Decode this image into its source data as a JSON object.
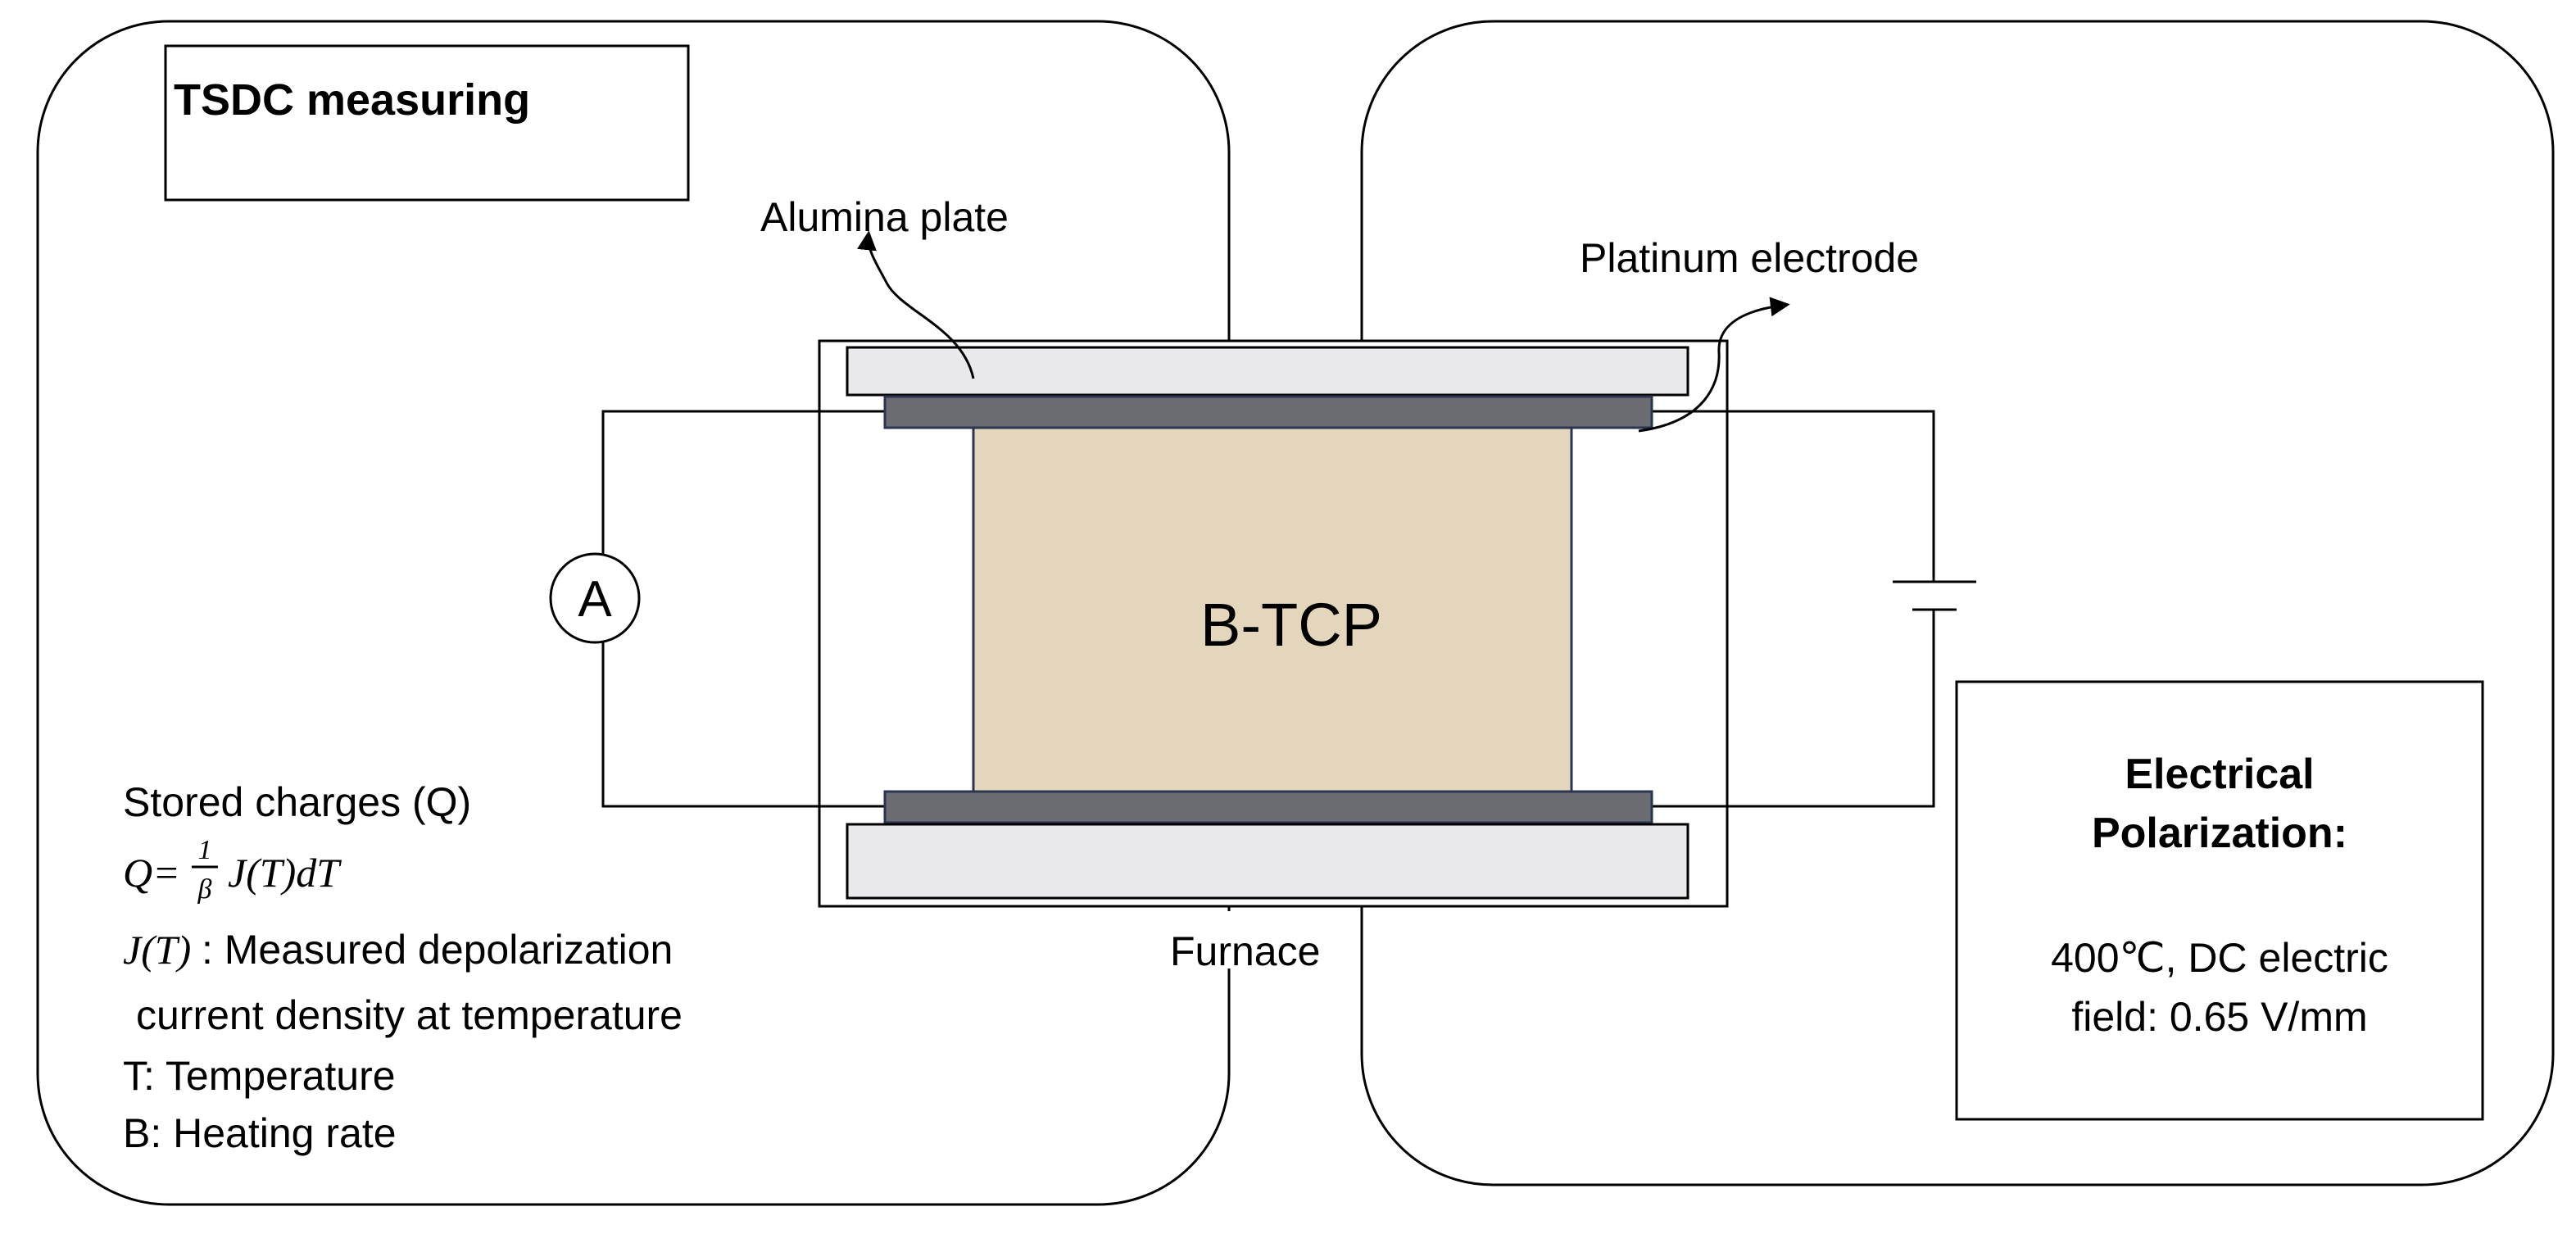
{
  "left_panel": {
    "title": "TSDC measuring",
    "ammeter_label": "A",
    "formula": {
      "heading": "Stored charges (Q)",
      "lhs": "Q=",
      "frac_num": "1",
      "frac_den": "β",
      "rhs": "J(T)dT",
      "j_symbol": "J(T)",
      "j_desc_line1": ": Measured depolarization",
      "j_desc_line2": "current density at temperature",
      "t_def": "T: Temperature",
      "b_def": "B: Heating rate"
    }
  },
  "center": {
    "alumina_label": "Alumina plate",
    "platinum_label": "Platinum electrode",
    "sample_label": "B-TCP",
    "furnace_label": "Furnace"
  },
  "right_panel": {
    "title_line1": "Electrical",
    "title_line2": "Polarization:",
    "cond_line1": "400℃, DC electric",
    "cond_line2": "field: 0.65 V/mm"
  },
  "colors": {
    "sample_fill": "#e3d6bd",
    "plate_fill": "#e9e9ec",
    "electrode_fill": "#6b6b72",
    "stroke": "#000000"
  }
}
